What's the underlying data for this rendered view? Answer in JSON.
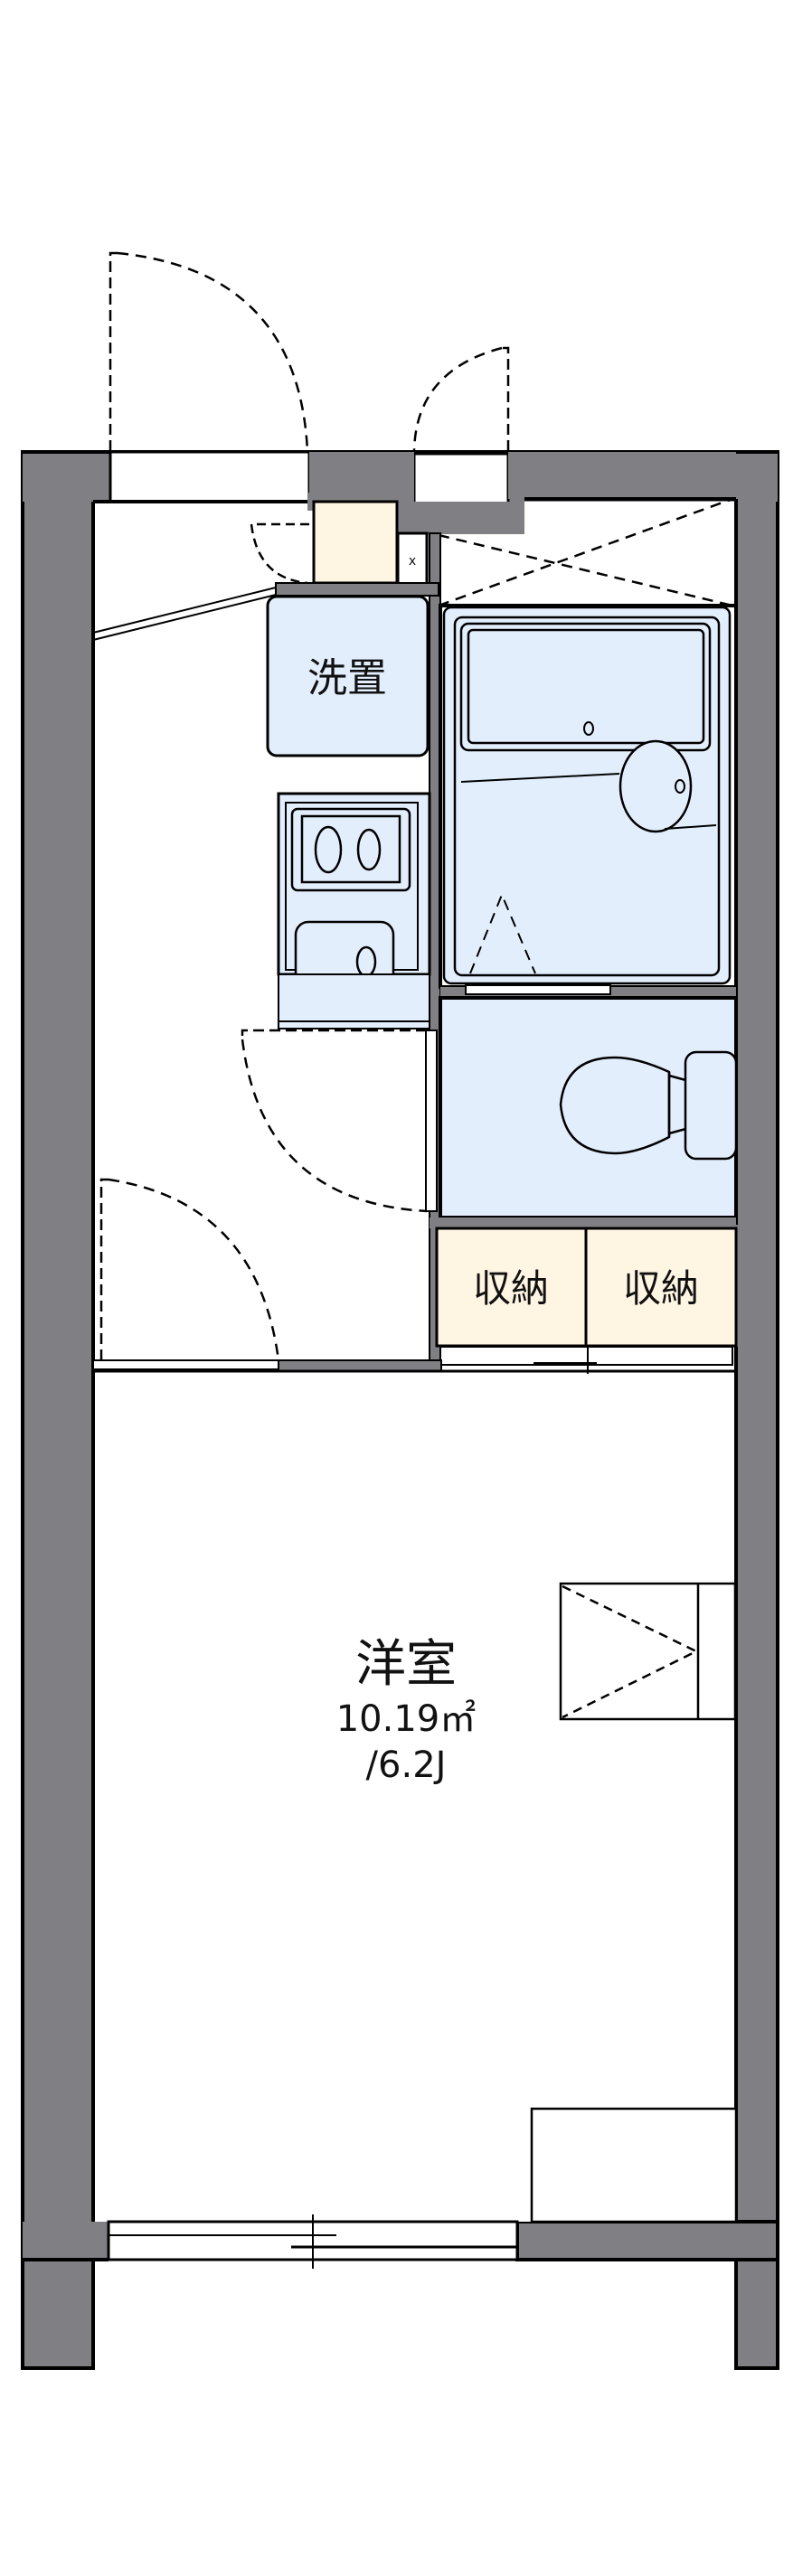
{
  "floorplan": {
    "colors": {
      "wall": "#808084",
      "line": "#000000",
      "wet_area": "#e3eefd",
      "storage": "#fff5e3",
      "floor": "#ffffff"
    },
    "rooms": {
      "washing_machine": {
        "label": "洗置"
      },
      "storage_1": {
        "label": "収納"
      },
      "storage_2": {
        "label": "収納"
      },
      "western_room": {
        "label": "洋室",
        "area": "10.19㎡",
        "jou": "/6.2J"
      }
    },
    "fixtures": [
      "entrance-door",
      "shoe-box",
      "washing-machine-space",
      "kitchen-stove-2-burner",
      "kitchen-sink",
      "unit-bath",
      "toilet",
      "closet",
      "air-conditioner",
      "balcony-sliding-window"
    ]
  }
}
